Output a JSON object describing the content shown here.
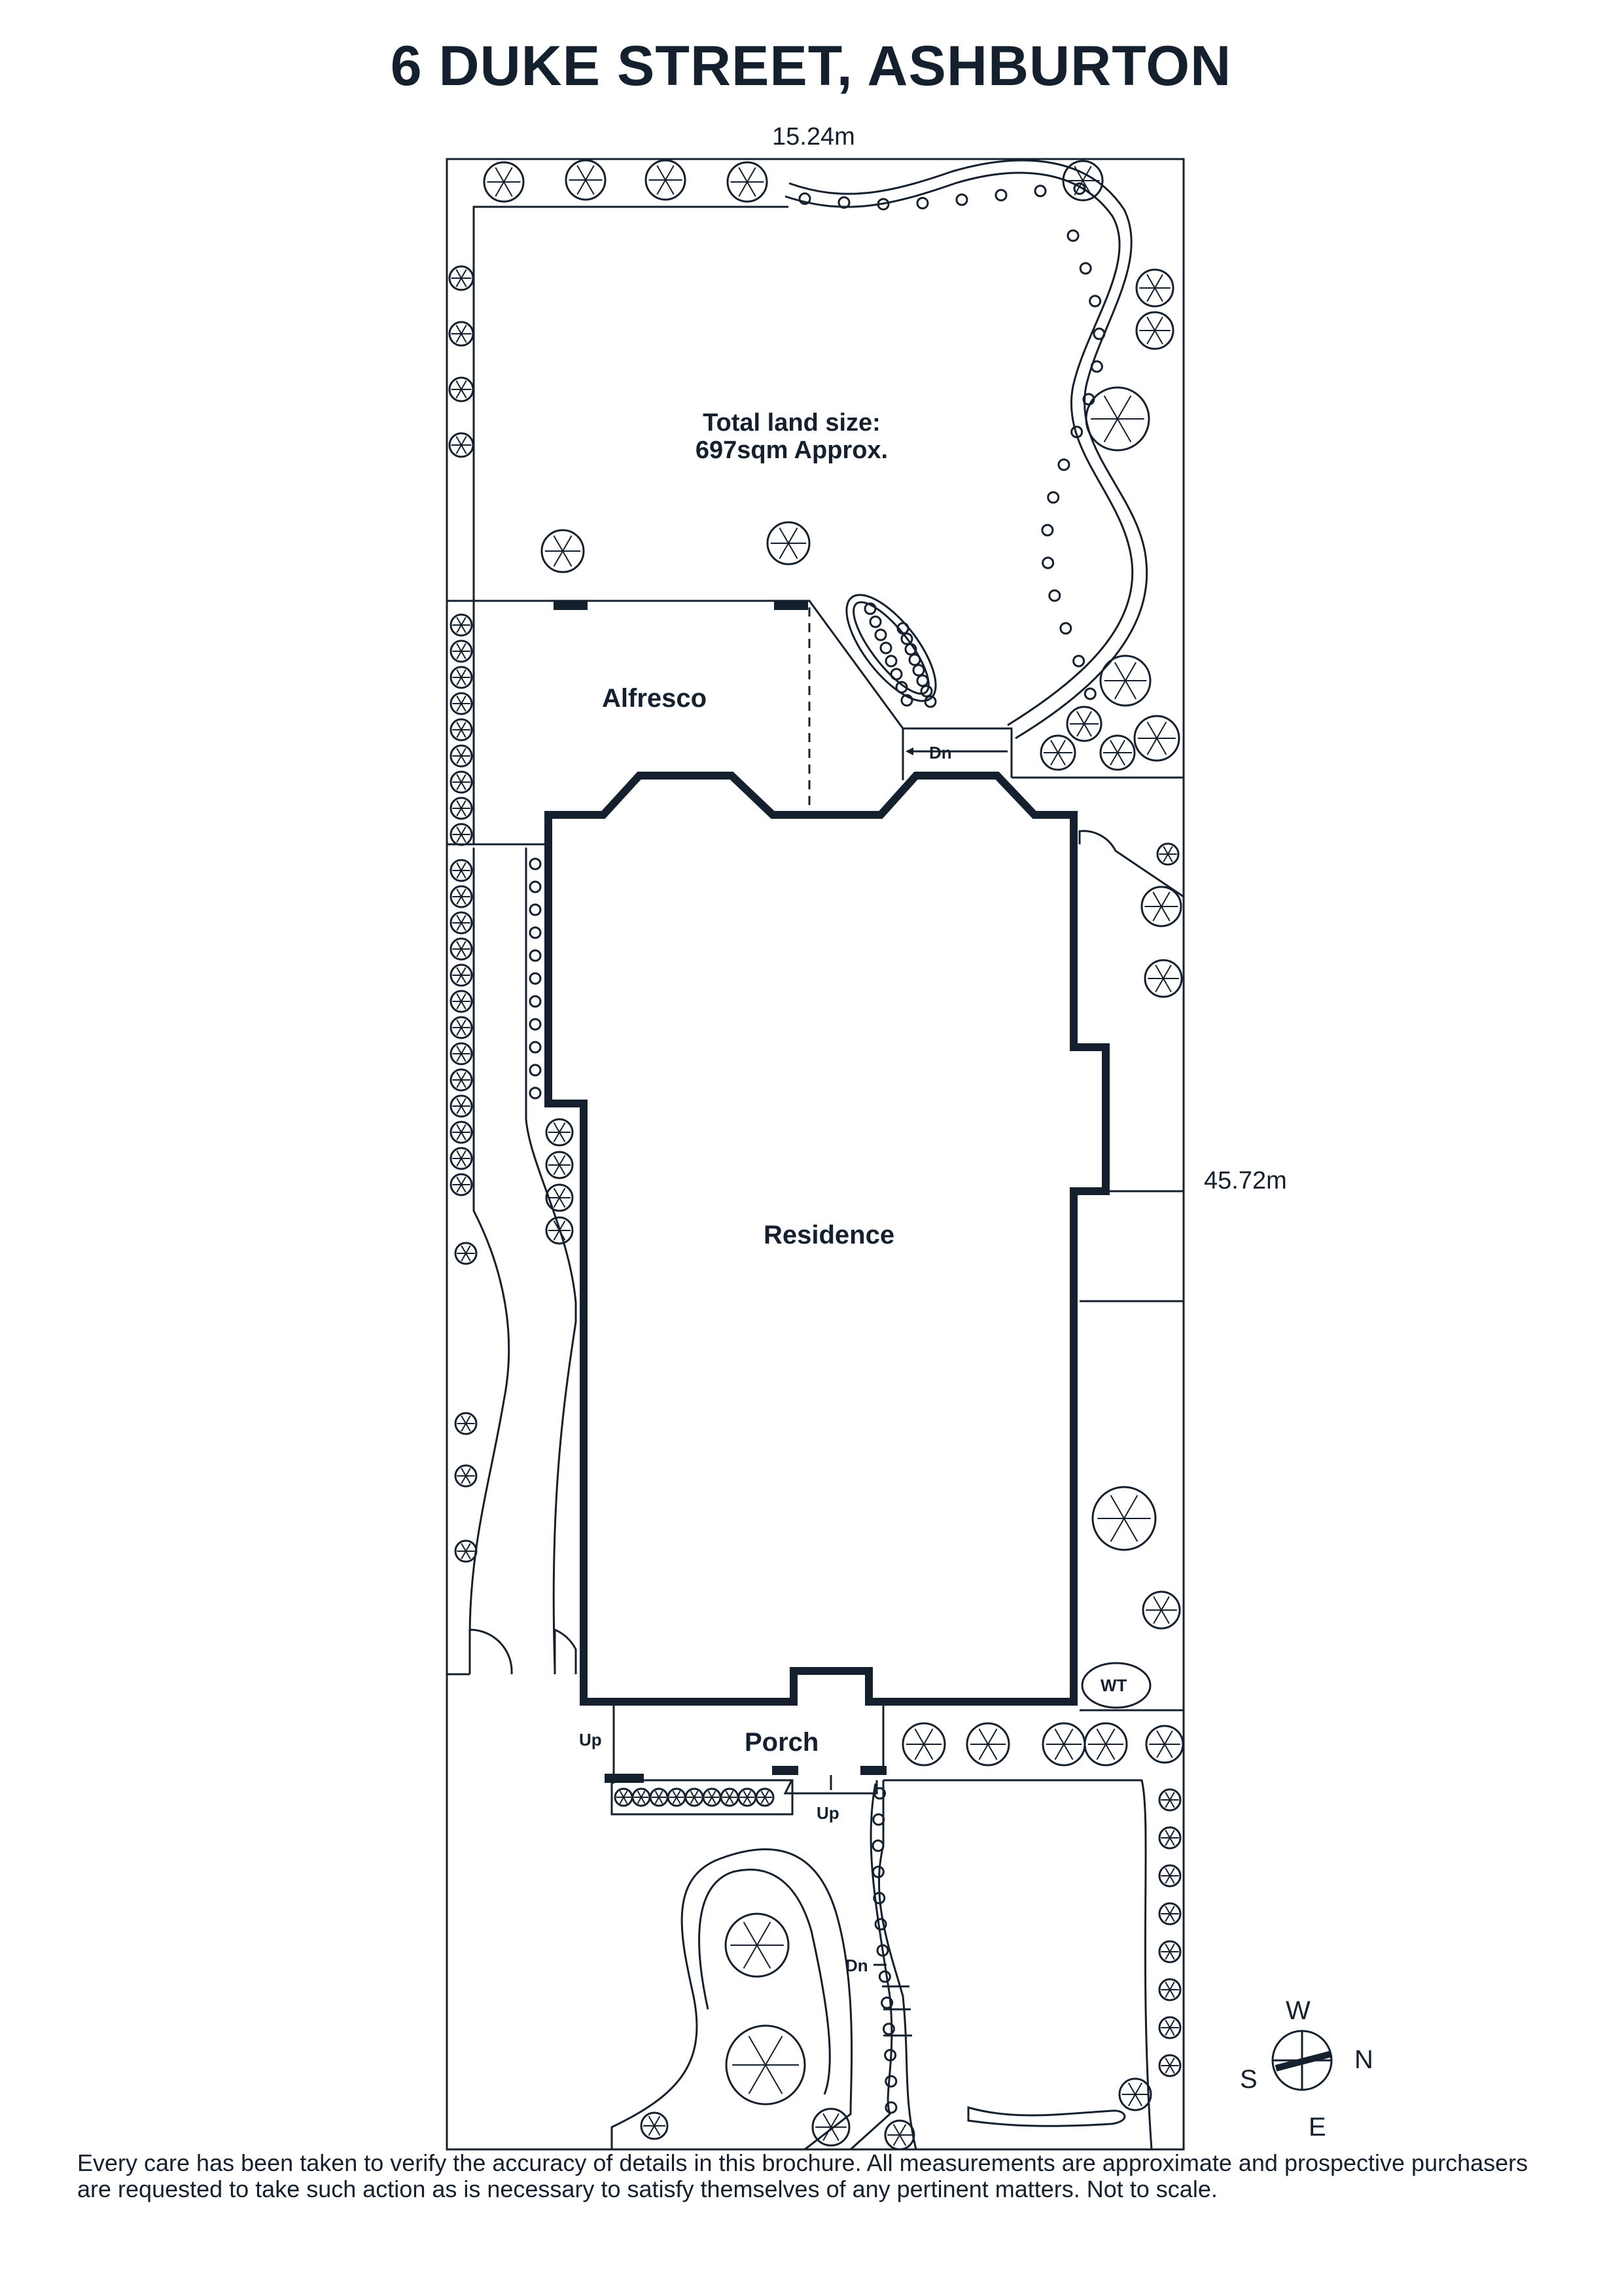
{
  "title": "6 DUKE STREET, ASHBURTON",
  "dimensions": {
    "width": "15.24m",
    "depth": "45.72m"
  },
  "land": {
    "line1": "Total land size:",
    "line2": "697sqm Approx."
  },
  "rooms": {
    "alfresco": "Alfresco",
    "residence": "Residence",
    "porch": "Porch",
    "water_tank": "WT"
  },
  "steps": {
    "dn_rear": "Dn",
    "up_side": "Up",
    "up_front": "Up",
    "dn_front": "Dn"
  },
  "compass": {
    "north": "N",
    "south": "S",
    "east": "E",
    "west": "W"
  },
  "disclaimer": "Every care has been taken to verify the accuracy of details in this brochure. All measurements are approximate and prospective purchasers are requested to take such action as is necessary to satisfy themselves of any pertinent matters. Not to scale.",
  "colors": {
    "ink": "#14202e",
    "background": "#ffffff"
  }
}
